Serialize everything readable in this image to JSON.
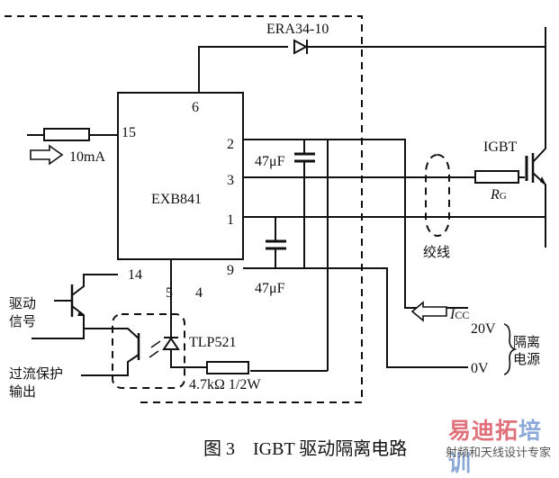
{
  "figure": {
    "caption_number": "图 3",
    "caption_title": "IGBT 驱动隔离电路"
  },
  "chip": {
    "name": "EXB841",
    "pins": {
      "p15": "15",
      "p14": "14",
      "p6": "6",
      "p2": "2",
      "p3": "3",
      "p1": "1",
      "p9": "9",
      "p5": "5",
      "p4": "4"
    }
  },
  "components": {
    "diode": "ERA34-10",
    "cap_top": "47μF",
    "cap_bottom": "47μF",
    "optocoupler": "TLP521",
    "resistor_opto": "4.7kΩ  1/2W",
    "igbt": "IGBT",
    "gate_resistor_main": "R",
    "gate_resistor_sub": "G",
    "twisted_pair": "绞线",
    "input_current": "10mA",
    "icc_main": "I",
    "icc_sub": "CC"
  },
  "labels": {
    "drive_signal_1": "驱动",
    "drive_signal_2": "信号",
    "overcurrent_1": "过流保护",
    "overcurrent_2": "输出",
    "v20": "20V",
    "v0": "0V",
    "isolated_power_1": "隔离",
    "isolated_power_2": "电源"
  },
  "watermark": {
    "brand_part1": "易迪拓",
    "brand_part2": "培训",
    "slogan": "射频和天线设计专家",
    "color_red": "#e0707a",
    "color_blue": "#8aa8d8"
  }
}
